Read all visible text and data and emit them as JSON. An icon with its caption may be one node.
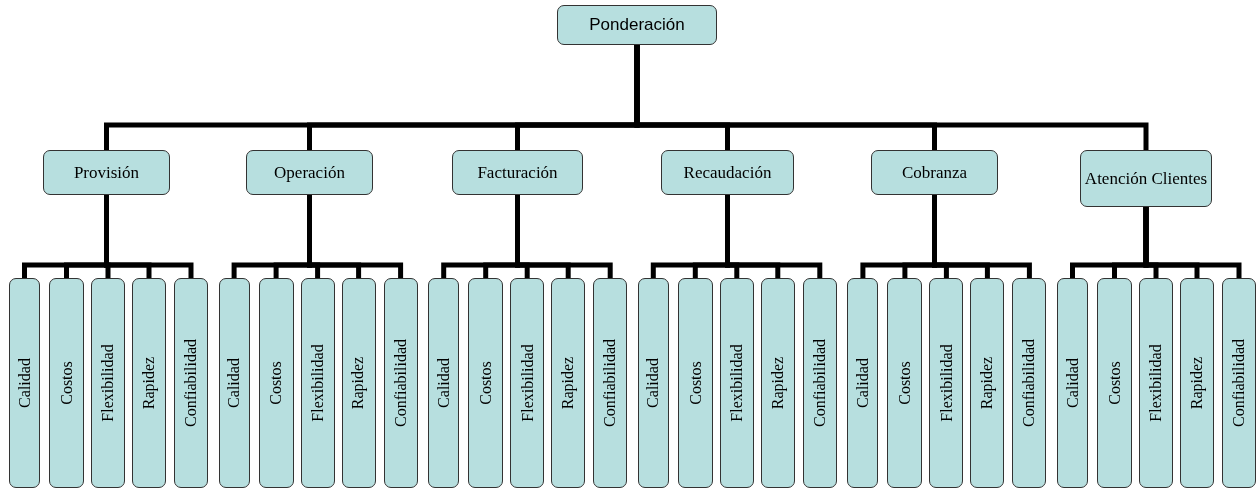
{
  "diagram": {
    "nodes": [
      {
        "text": [
          "Ponderación"
        ]
      },
      {
        "text": [
          "Provisión"
        ]
      },
      {
        "text": [
          "Operación"
        ]
      },
      {
        "text": [
          "Facturación"
        ]
      },
      {
        "text": [
          "Recaudación"
        ]
      },
      {
        "text": [
          "Cobranza"
        ]
      },
      {
        "text": [
          "Atención Clientes"
        ]
      },
      {
        "text": [
          "Calidad"
        ]
      },
      {
        "text": [
          "Costos"
        ]
      },
      {
        "text": [
          "Flexibilidad"
        ]
      },
      {
        "text": [
          "Rapidez"
        ]
      },
      {
        "text": [
          "Confiabilidad"
        ]
      },
      {
        "text": [
          "Calidad"
        ]
      },
      {
        "text": [
          "Costos"
        ]
      },
      {
        "text": [
          "Flexibilidad"
        ]
      },
      {
        "text": [
          "Rapidez"
        ]
      },
      {
        "text": [
          "Confiabilidad"
        ]
      },
      {
        "text": [
          "Calidad"
        ]
      },
      {
        "text": [
          "Costos"
        ]
      },
      {
        "text": [
          "Flexibilidad"
        ]
      },
      {
        "text": [
          "Rapidez"
        ]
      },
      {
        "text": [
          "Confiabilidad"
        ]
      },
      {
        "text": [
          "Calidad"
        ]
      },
      {
        "text": [
          "Costos"
        ]
      },
      {
        "text": [
          "Flexibilidad"
        ]
      },
      {
        "text": [
          "Rapidez"
        ]
      },
      {
        "text": [
          "Confiabilidad"
        ]
      },
      {
        "text": [
          "Calidad"
        ]
      },
      {
        "text": [
          "Costos"
        ]
      },
      {
        "text": [
          "Flexibilidad"
        ]
      },
      {
        "text": [
          "Rapidez"
        ]
      },
      {
        "text": [
          "Confiabilidad"
        ]
      },
      {
        "text": [
          "Calidad"
        ]
      },
      {
        "text": [
          "Costos"
        ]
      },
      {
        "text": [
          "Flexibilidad"
        ]
      },
      {
        "text": [
          "Rapidez"
        ]
      },
      {
        "text": [
          "Confiabilidad"
        ]
      }
    ],
    "edges": [
      {
        "from": 0,
        "to": 1,
        "arrow": "none"
      },
      {
        "from": 0,
        "to": 2,
        "arrow": "none"
      },
      {
        "from": 0,
        "to": 3,
        "arrow": "none"
      },
      {
        "from": 0,
        "to": 4,
        "arrow": "none"
      },
      {
        "from": 0,
        "to": 5,
        "arrow": "none"
      },
      {
        "from": 0,
        "to": 6,
        "arrow": "none"
      },
      {
        "from": 1,
        "to": 7,
        "arrow": "none"
      },
      {
        "from": 1,
        "to": 8,
        "arrow": "none"
      },
      {
        "from": 1,
        "to": 9,
        "arrow": "none"
      },
      {
        "from": 1,
        "to": 10,
        "arrow": "none"
      },
      {
        "from": 1,
        "to": 11,
        "arrow": "none"
      },
      {
        "from": 2,
        "to": 12,
        "arrow": "none"
      },
      {
        "from": 2,
        "to": 13,
        "arrow": "none"
      },
      {
        "from": 2,
        "to": 14,
        "arrow": "none"
      },
      {
        "from": 2,
        "to": 15,
        "arrow": "none"
      },
      {
        "from": 2,
        "to": 16,
        "arrow": "none"
      },
      {
        "from": 3,
        "to": 17,
        "arrow": "none"
      },
      {
        "from": 3,
        "to": 18,
        "arrow": "none"
      },
      {
        "from": 3,
        "to": 19,
        "arrow": "none"
      },
      {
        "from": 3,
        "to": 20,
        "arrow": "none"
      },
      {
        "from": 3,
        "to": 21,
        "arrow": "none"
      },
      {
        "from": 4,
        "to": 22,
        "arrow": "none"
      },
      {
        "from": 4,
        "to": 23,
        "arrow": "none"
      },
      {
        "from": 4,
        "to": 24,
        "arrow": "none"
      },
      {
        "from": 4,
        "to": 25,
        "arrow": "none"
      },
      {
        "from": 4,
        "to": 26,
        "arrow": "none"
      },
      {
        "from": 5,
        "to": 27,
        "arrow": "none"
      },
      {
        "from": 5,
        "to": 28,
        "arrow": "none"
      },
      {
        "from": 5,
        "to": 29,
        "arrow": "none"
      },
      {
        "from": 5,
        "to": 30,
        "arrow": "none"
      },
      {
        "from": 5,
        "to": 31,
        "arrow": "none"
      },
      {
        "from": 6,
        "to": 32,
        "arrow": "none"
      },
      {
        "from": 6,
        "to": 33,
        "arrow": "none"
      },
      {
        "from": 6,
        "to": 34,
        "arrow": "none"
      },
      {
        "from": 6,
        "to": 35,
        "arrow": "none"
      },
      {
        "from": 6,
        "to": 36,
        "arrow": "none"
      }
    ]
  }
}
